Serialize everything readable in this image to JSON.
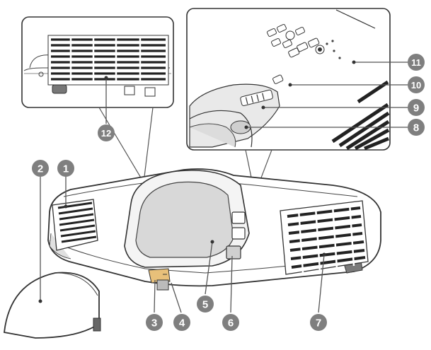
{
  "figure": {
    "callout_color": "#7f7f7f",
    "line_color": "#555555",
    "callouts": [
      {
        "id": "c1",
        "label": "1"
      },
      {
        "id": "c2",
        "label": "2"
      },
      {
        "id": "c3",
        "label": "3"
      },
      {
        "id": "c4",
        "label": "4"
      },
      {
        "id": "c5",
        "label": "5"
      },
      {
        "id": "c6",
        "label": "6"
      },
      {
        "id": "c7",
        "label": "7"
      },
      {
        "id": "c8",
        "label": "8"
      },
      {
        "id": "c9",
        "label": "9"
      },
      {
        "id": "c10",
        "label": "10"
      },
      {
        "id": "c11",
        "label": "11"
      },
      {
        "id": "c12",
        "label": "12"
      }
    ]
  }
}
